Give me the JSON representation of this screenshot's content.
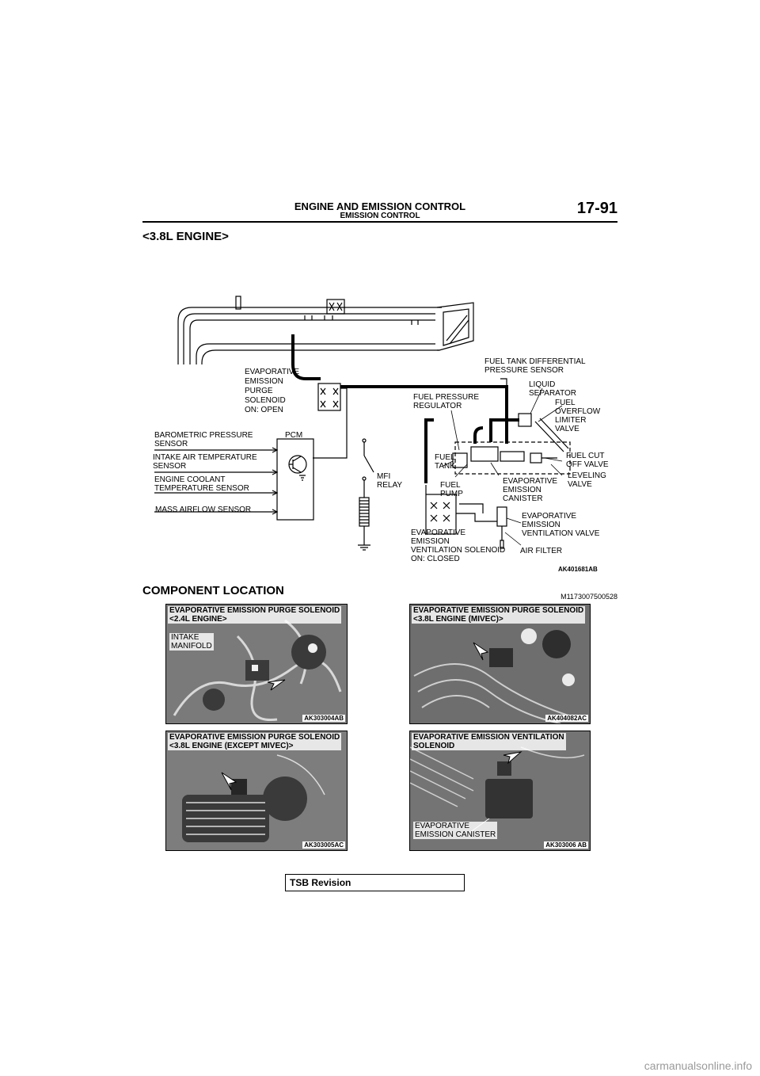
{
  "header": {
    "title": "ENGINE AND EMISSION CONTROL",
    "subtitle": "EMISSION CONTROL",
    "page_number": "17-91"
  },
  "section_engine": "<3.8L ENGINE>",
  "diagram": {
    "id": "AK401681AB",
    "labels": {
      "purge_solenoid": "EVAPORATIVE\nEMISSION\nPURGE\nSOLENOID\nON: OPEN",
      "pcm": "PCM",
      "baro_sensor": "BAROMETRIC PRESSURE\nSENSOR",
      "iat_sensor": "INTAKE AIR TEMPERATURE\nSENSOR",
      "ect_sensor": "ENGINE COOLANT\nTEMPERATURE SENSOR",
      "maf_sensor": "MASS AIRFLOW SENSOR",
      "mfi_relay": "MFI\nRELAY",
      "tank_diff_sensor": "FUEL TANK DIFFERENTIAL\nPRESSURE SENSOR",
      "liquid_separator": "LIQUID\nSEPARATOR",
      "fuel_pressure_regulator": "FUEL PRESSURE\nREGULATOR",
      "overflow_limiter": "FUEL\nOVERFLOW\nLIMITER\nVALVE",
      "fuel_tank": "FUEL\nTANK",
      "fuel_cut_off": "FUEL CUT\nOFF VALVE",
      "leveling_valve": "LEVELING\nVALVE",
      "fuel_pump": "FUEL\nPUMP",
      "canister": "EVAPORATIVE\nEMISSION\nCANISTER",
      "vent_valve": "EVAPORATIVE\nEMISSION\nVENTILATION VALVE",
      "vent_solenoid": "EVAPORATIVE\nEMISSION\nVENTILATION SOLENOID\nON: CLOSED",
      "air_filter": "AIR FILTER"
    }
  },
  "component_location": {
    "title": "COMPONENT LOCATION",
    "doc_id": "M1173007500528",
    "photos": [
      {
        "caption": "EVAPORATIVE EMISSION PURGE SOLENOID\n<2.4L ENGINE>",
        "inner_label": "INTAKE\nMANIFOLD",
        "id": "AK303004AB"
      },
      {
        "caption": "EVAPORATIVE EMISSION PURGE SOLENOID\n<3.8L ENGINE (MIVEC)>",
        "id": "AK404082AC"
      },
      {
        "caption": "EVAPORATIVE EMISSION PURGE SOLENOID\n<3.8L ENGINE (EXCEPT MIVEC)>",
        "id": "AK303005AC"
      },
      {
        "caption": "EVAPORATIVE EMISSION VENTILATION\nSOLENOID",
        "inner_label": "EVAPORATIVE\nEMISSION CANISTER",
        "id": "AK303006 AB"
      }
    ]
  },
  "tsb_revision": "TSB Revision",
  "footer": "carmanualsonline.info"
}
